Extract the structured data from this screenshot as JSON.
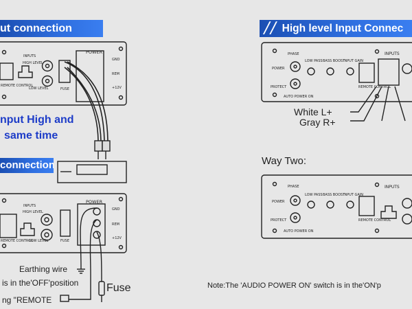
{
  "left": {
    "banner_top": "ut connection",
    "banner_mid": "connection",
    "note_line1": "nput High and",
    "note_line2": "same time",
    "earthing_wire": "Earthing wire",
    "off_position": "is in the'OFF'position",
    "remote": "ng  \"REMOTE",
    "fuse": "Fuse"
  },
  "right": {
    "banner": "High level Input Connec",
    "white": "White L+",
    "gray": "Gray R+",
    "way_two": "Way Two:",
    "note": "Note:The 'AUDIO POWER ON' switch is in the'ON'p"
  },
  "panel": {
    "inputs": "INPUTS",
    "power": "POWER",
    "high_level": "HIGH LEVEL",
    "low_level": "LOW LEVEL",
    "remote_control": "REMOTE CONTROL",
    "fuse": "FUSE",
    "gnd": "GND",
    "rem": "REM",
    "v12": "+12V",
    "phase": "PHASE",
    "low_pass": "LOW PASS",
    "bass_boost": "BASS BOOST",
    "input_gain": "INPUT GAIN",
    "power_led": "POWER",
    "protect_led": "PROTECT",
    "auto_power": "AUTO POWER ON"
  },
  "colors": {
    "banner": "#2a62d4",
    "note_text": "#1d3cc8",
    "background": "#e7e7e7"
  }
}
